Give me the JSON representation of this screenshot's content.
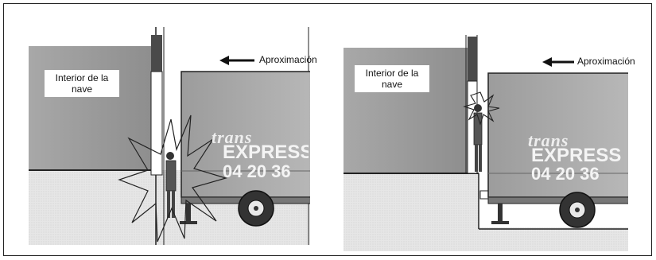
{
  "panels": [
    {
      "interior_label": "Interior de la nave",
      "approach_label": "Aproximación",
      "truck_brand": "trans",
      "truck_name": "EXPRESS",
      "truck_phone": "04 20 36"
    },
    {
      "interior_label": "Interior de la nave",
      "approach_label": "Aproximación",
      "truck_brand": "trans",
      "truck_name": "EXPRESS",
      "truck_phone": "04 20 36"
    }
  ],
  "colors": {
    "wall_gray": "#9a9a9a",
    "floor_gray": "#e4e4e4",
    "truck_gray": "#a8a8a8",
    "pillar": "#555555",
    "outline": "#222222"
  }
}
